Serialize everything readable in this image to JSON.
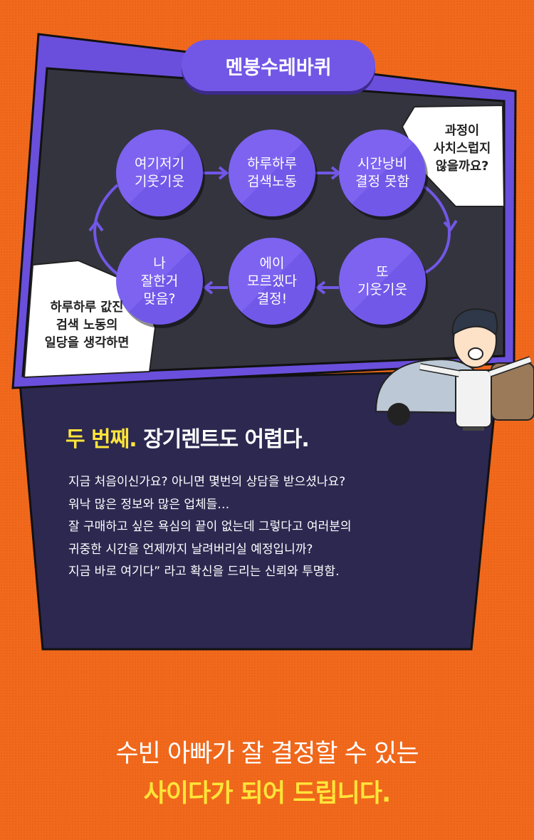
{
  "title_pill": "멘붕수레바퀴",
  "cycle": [
    {
      "label": "여기저기\n기웃기웃"
    },
    {
      "label": "하루하루\n검색노동"
    },
    {
      "label": "시간낭비\n결정 못함"
    },
    {
      "label": "또\n기웃기웃"
    },
    {
      "label": "에이\n모르겠다\n결정!"
    },
    {
      "label": "나\n잘한거\n맞음?"
    }
  ],
  "bubble_right": "과정이\n사치스럽지\n않을까요?",
  "bubble_left": "하루하루 값진\n검색 노동의\n일당을 생각하면",
  "section": {
    "heading_highlight": "두 번째.",
    "heading_rest": " 장기렌트도 어렵다.",
    "lines": [
      "지금 처음이신가요? 아니면 몇번의 상담을 받으셨나요?",
      "워낙 많은 정보와 많은 업체들…",
      "잘 구매하고 싶은 욕심의 끝이 없는데 그렇다고 여러분의",
      "귀중한 시간을 언제까지 날려버리실 예정입니까?",
      "지금 바로 여기다” 라고 확신을 드리는 신뢰와 투명함."
    ]
  },
  "cta": {
    "line1": "수빈 아빠가 잘 결정할 수 있는",
    "line2": "사이다가 되어 드립니다."
  },
  "colors": {
    "background": "#f2691c",
    "accent_purple": "#7257e6",
    "board": "#34343e",
    "panel": "#2c2850",
    "highlight": "#ffe53a"
  }
}
